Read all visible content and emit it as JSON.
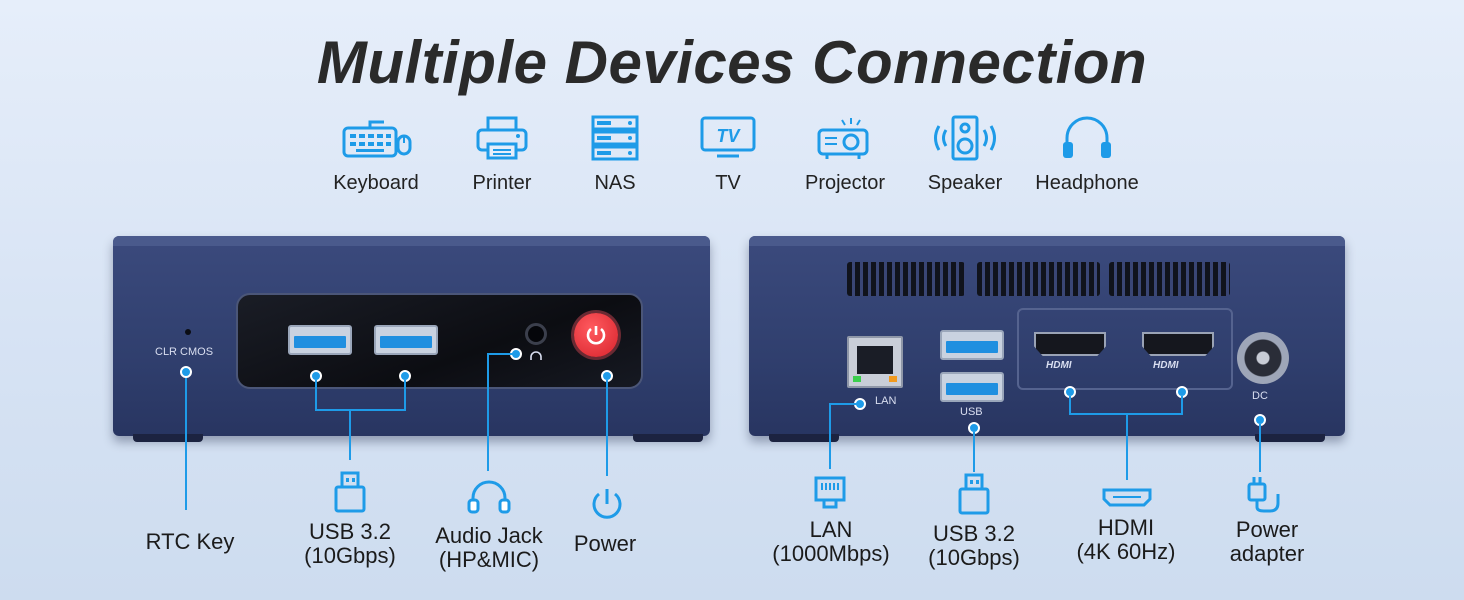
{
  "title": "Multiple Devices Connection",
  "devices": [
    {
      "label": "Keyboard",
      "icon": "keyboard-icon"
    },
    {
      "label": "Printer",
      "icon": "printer-icon"
    },
    {
      "label": "NAS",
      "icon": "nas-icon"
    },
    {
      "label": "TV",
      "icon": "tv-icon"
    },
    {
      "label": "Projector",
      "icon": "projector-icon"
    },
    {
      "label": "Speaker",
      "icon": "speaker-icon"
    },
    {
      "label": "Headphone",
      "icon": "headphone-icon"
    }
  ],
  "tv_screen_text": "TV",
  "front_panel": {
    "clr_cmos": "CLR CMOS"
  },
  "rear_panel": {
    "lan": "LAN",
    "usb": "USB",
    "hdmi_logo": "HDMI",
    "dc": "DC"
  },
  "captions": {
    "rtc_key": "RTC Key",
    "usb_front": [
      "USB 3.2",
      "(10Gbps)"
    ],
    "audio_jack": [
      "Audio Jack",
      "(HP&MIC)"
    ],
    "power": "Power",
    "lan": [
      "LAN",
      "(1000Mbps)"
    ],
    "usb_rear": [
      "USB 3.2",
      "(10Gbps)"
    ],
    "hdmi": [
      "HDMI",
      "(4K 60Hz)"
    ],
    "power_adapter": [
      "Power",
      "adapter"
    ]
  },
  "colors": {
    "accent": "#1e9be8",
    "chassis": "#303f6e",
    "power_button": "#e8343c"
  }
}
